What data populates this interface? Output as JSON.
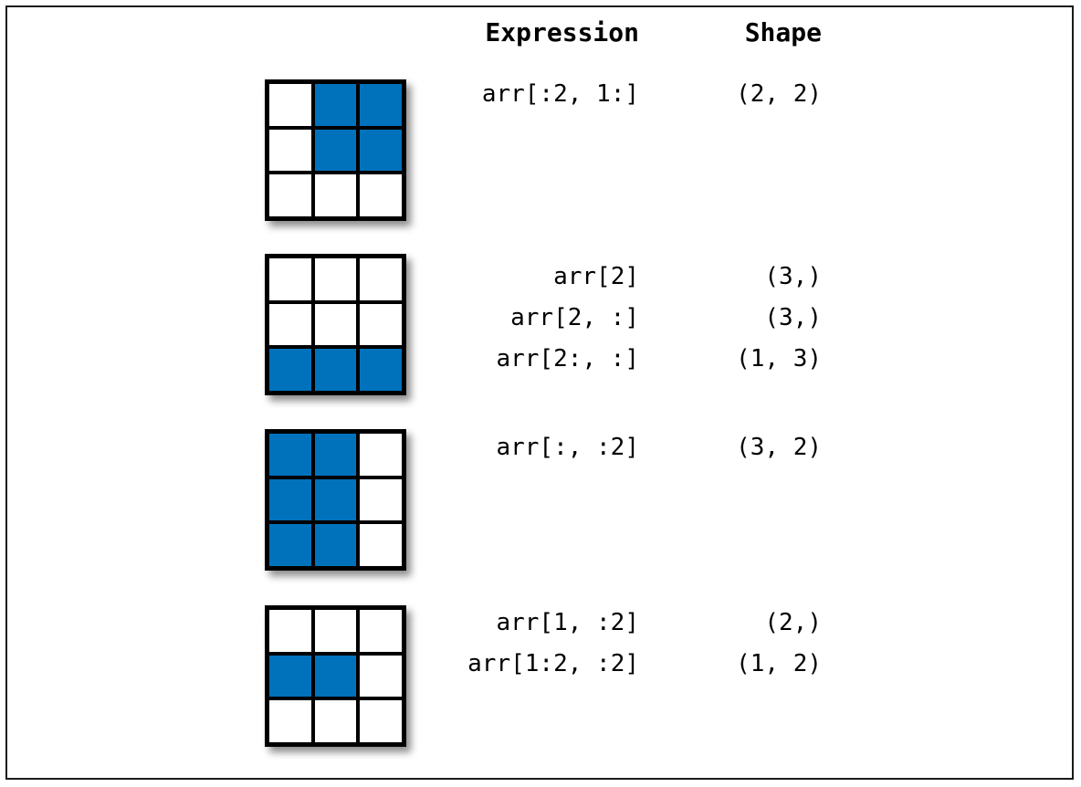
{
  "header": {
    "expression": "Expression",
    "shape": "Shape"
  },
  "colors": {
    "fill": "#0072BC",
    "grid_border": "#000000",
    "frame": "#1a1a1a"
  },
  "sections": [
    {
      "grid": [
        [
          0,
          1,
          1
        ],
        [
          0,
          1,
          1
        ],
        [
          0,
          0,
          0
        ]
      ],
      "rows": [
        {
          "expression": "arr[:2, 1:]",
          "shape": "(2, 2)"
        }
      ]
    },
    {
      "grid": [
        [
          0,
          0,
          0
        ],
        [
          0,
          0,
          0
        ],
        [
          1,
          1,
          1
        ]
      ],
      "rows": [
        {
          "expression": "arr[2]",
          "shape": "(3,)"
        },
        {
          "expression": "arr[2, :]",
          "shape": "(3,)"
        },
        {
          "expression": "arr[2:, :]",
          "shape": "(1, 3)"
        }
      ]
    },
    {
      "grid": [
        [
          1,
          1,
          0
        ],
        [
          1,
          1,
          0
        ],
        [
          1,
          1,
          0
        ]
      ],
      "rows": [
        {
          "expression": "arr[:, :2]",
          "shape": "(3, 2)"
        }
      ]
    },
    {
      "grid": [
        [
          0,
          0,
          0
        ],
        [
          1,
          1,
          0
        ],
        [
          0,
          0,
          0
        ]
      ],
      "rows": [
        {
          "expression": "arr[1, :2]",
          "shape": "(2,)"
        },
        {
          "expression": "arr[1:2, :2]",
          "shape": "(1, 2)"
        }
      ]
    }
  ]
}
